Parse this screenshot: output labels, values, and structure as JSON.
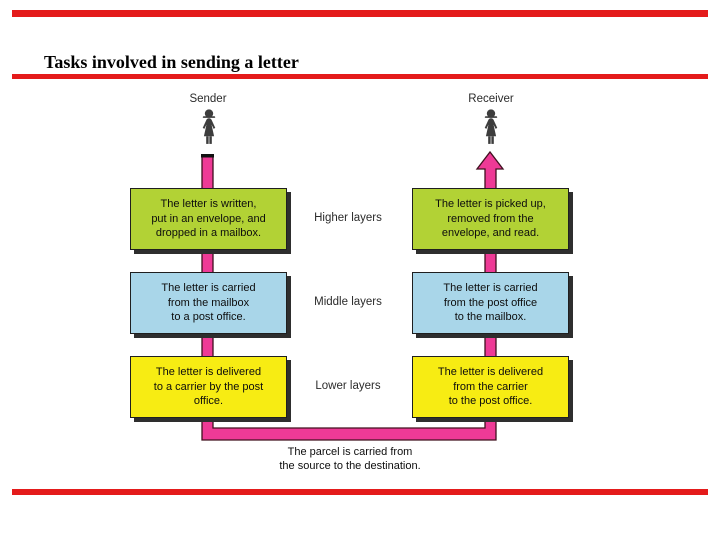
{
  "slide": {
    "title": "Tasks involved in sending a letter"
  },
  "diagram": {
    "sender_label": "Sender",
    "receiver_label": "Receiver",
    "rows": [
      {
        "layer_label": "Higher layers",
        "left": {
          "lines": [
            "The letter is written,",
            "put in an envelope, and",
            "dropped in a mailbox."
          ]
        },
        "right": {
          "lines": [
            "The letter is picked up,",
            "removed from the",
            "envelope, and read."
          ]
        }
      },
      {
        "layer_label": "Middle layers",
        "left": {
          "lines": [
            "The letter is carried",
            "from the mailbox",
            "to a post office."
          ]
        },
        "right": {
          "lines": [
            "The letter is carried",
            "from the post office",
            "to the mailbox."
          ]
        }
      },
      {
        "layer_label": "Lower layers",
        "left": {
          "lines": [
            "The letter is delivered",
            "to a carrier by the post",
            "office."
          ]
        },
        "right": {
          "lines": [
            "The letter is delivered",
            "from the carrier",
            "to the post office."
          ]
        }
      }
    ],
    "caption_lines": [
      "The parcel is carried from",
      "the source to the destination."
    ]
  },
  "icons": {
    "sender": "person-icon",
    "receiver": "person-icon",
    "flow": "arrow-up-icon"
  },
  "colors": {
    "accent_red": "#e41b1b",
    "flow_pink": "#ee3a96",
    "higher_layer_green": "#b2d235",
    "middle_layer_blue": "#a9d6e9",
    "lower_layer_yellow": "#f7ec13",
    "box_border": "#1f1f1f",
    "box_shadow": "#2e2e2e"
  }
}
